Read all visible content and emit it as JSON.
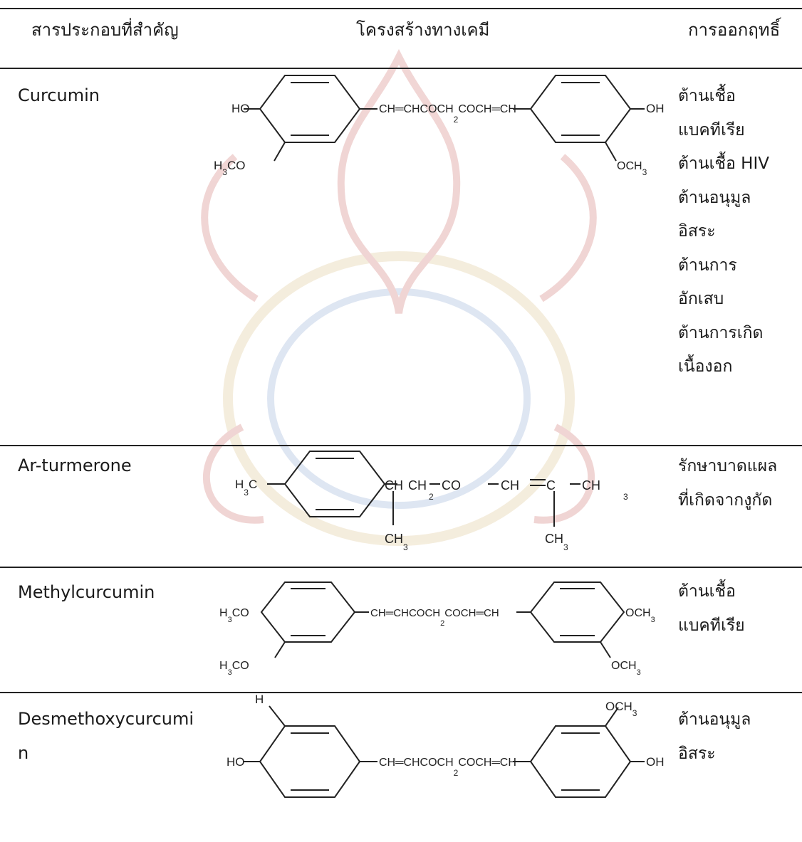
{
  "header": {
    "col_compound": "สารประกอบที่สำคัญ",
    "col_structure": "โครงสร้างทางเคมี",
    "col_activity": "การออกฤทธิ์"
  },
  "rows": [
    {
      "name": "Curcumin",
      "activities": [
        "ต้านเชื้อ",
        "แบคทีเรีย",
        "ต้านเชื้อ HIV",
        "ต้านอนุมูล",
        "อิสระ",
        "ต้านการ",
        "อักเสบ",
        "ต้านการเกิด",
        "เนื้องอก"
      ],
      "structure": {
        "left_sub": "HO",
        "left_sub2_a": "H",
        "left_sub2_sub": "3",
        "left_sub2_b": "CO",
        "bridge_a": "CH═CHCOCH",
        "bridge_sub": "2",
        "bridge_b": "COCH═CH",
        "right_sub": "OH",
        "right_sub2_a": "OCH",
        "right_sub2_sub": "3"
      }
    },
    {
      "name": "Ar-turmerone",
      "activities": [
        "รักษาบาดแผล",
        "ที่เกิดจากงูกัด"
      ],
      "structure": {
        "left_a": "H",
        "left_sub": "3",
        "left_b": "C",
        "chain": [
          "CH",
          "CH",
          "CO",
          "CH",
          "C",
          "CH"
        ],
        "chain_sub_ch2": "2",
        "chain_sub_end": "3",
        "branch_a": "CH",
        "branch_sub": "3",
        "branch2_a": "CH",
        "branch2_sub": "3"
      }
    },
    {
      "name": "Methylcurcumin",
      "activities": [
        "ต้านเชื้อ",
        "แบคทีเรีย"
      ],
      "structure": {
        "left_sub_a": "H",
        "left_sub_sub": "3",
        "left_sub_b": "CO",
        "left_sub2_a": "H",
        "left_sub2_sub": "3",
        "left_sub2_b": "CO",
        "bridge_a": "CH═CHCOCH",
        "bridge_sub": "2",
        "bridge_b": "COCH═CH",
        "right_sub_a": "OCH",
        "right_sub_sub": "3",
        "right_sub2_a": "OCH",
        "right_sub2_sub": "3"
      }
    },
    {
      "name_line1": "Desmethoxycurcumi",
      "name_line2": "n",
      "activities": [
        "ต้านอนุมูล",
        "อิสระ"
      ],
      "structure": {
        "top_left": "H",
        "left_sub": "HO",
        "bridge_a": "CH═CHCOCH",
        "bridge_sub": "2",
        "bridge_b": "COCH═CH",
        "top_right_a": "OCH",
        "top_right_sub": "3",
        "right_sub": "OH"
      }
    }
  ]
}
